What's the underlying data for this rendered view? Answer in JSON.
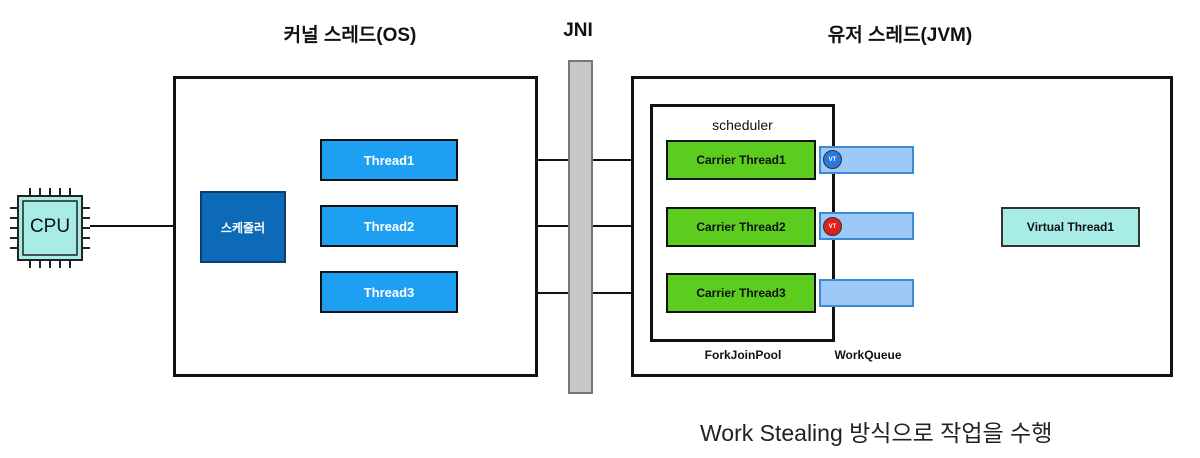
{
  "headings": {
    "kernel": "커널 스레드(OS)",
    "jni": "JNI",
    "user": "유저 스레드(JVM)"
  },
  "cpu": {
    "label": "CPU",
    "icon": "cpu-chip-icon"
  },
  "kernel_scheduler": {
    "label": "스케줄러"
  },
  "os_threads": [
    {
      "label": "Thread1"
    },
    {
      "label": "Thread2"
    },
    {
      "label": "Thread3"
    }
  ],
  "jvm": {
    "scheduler_label": "scheduler",
    "pool_label": "ForkJoinPool",
    "workqueue_label": "WorkQueue",
    "carriers": [
      {
        "label": "Carrier Thread1"
      },
      {
        "label": "Carrier Thread2"
      },
      {
        "label": "Carrier Thread3"
      }
    ],
    "queue_items": [
      {
        "badge": "VT",
        "badge_color": "#2979e0"
      },
      {
        "badge": "VT",
        "badge_color": "#e02020"
      },
      {
        "badge": "",
        "badge_color": ""
      }
    ],
    "virtual_thread": {
      "label": "Virtual Thread1"
    }
  },
  "footer": "Work Stealing 방식으로 작업을 수행",
  "colors": {
    "os_thread": "#1ea0f2",
    "carrier": "#5ccc1e",
    "scheduler": "#0d6ab8",
    "queue": "#9dc9f7",
    "virtual_thread": "#a8ece6",
    "cpu": "#a8ece6"
  }
}
